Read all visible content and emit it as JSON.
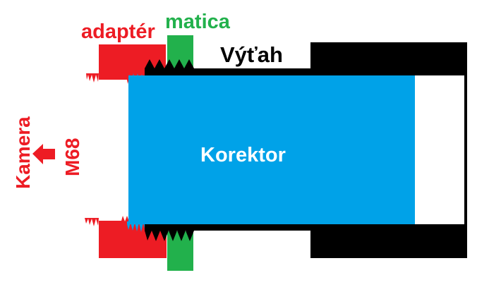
{
  "labels": {
    "adapter": "adaptér",
    "nut": "matica",
    "focuser": "Výťah",
    "corrector": "Korektor",
    "camera": "Kamera",
    "thread": "M68"
  },
  "icons": {
    "camera_arrow": "left-arrow"
  },
  "colors": {
    "red": "#ED1C24",
    "green": "#22B14C",
    "blue": "#00A2E8",
    "black": "#000000",
    "white": "#FFFFFF",
    "background": "#FFFFFF"
  }
}
